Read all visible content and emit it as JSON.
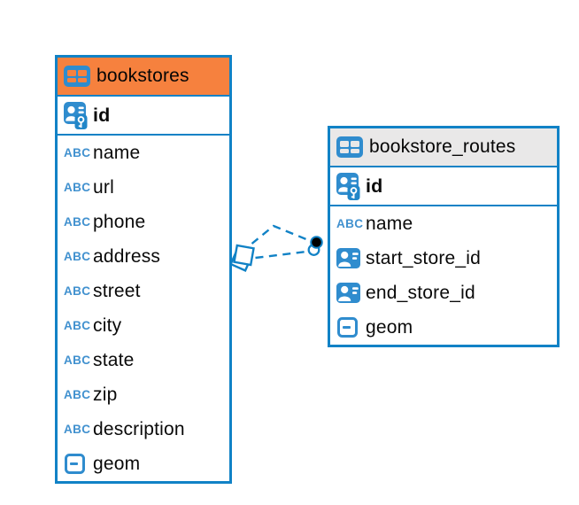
{
  "colors": {
    "border_blue": "#1182C6",
    "icon_blue": "#2F8CCE",
    "abc_blue": "#4191CF",
    "header_orange_selected": "#F6813E",
    "header_gray": "#E9E8E8",
    "text_black": "#0A0A0A",
    "marker_black": "#000000",
    "canvas_white": "#FFFFFF"
  },
  "icons": {
    "text_type_label": "ABC",
    "table_icon": "table-grid-icon",
    "primary_key_icon": "person-key-icon",
    "reference_icon": "person-card-icon",
    "geometry_icon": "dash-box-icon"
  },
  "tables": {
    "bookstores": {
      "title": "bookstores",
      "primary_key": "id",
      "fields": [
        {
          "name": "name",
          "type": "text"
        },
        {
          "name": "url",
          "type": "text"
        },
        {
          "name": "phone",
          "type": "text"
        },
        {
          "name": "address",
          "type": "text"
        },
        {
          "name": "street",
          "type": "text"
        },
        {
          "name": "city",
          "type": "text"
        },
        {
          "name": "state",
          "type": "text"
        },
        {
          "name": "zip",
          "type": "text"
        },
        {
          "name": "description",
          "type": "text"
        },
        {
          "name": "geom",
          "type": "geometry"
        }
      ]
    },
    "bookstore_routes": {
      "title": "bookstore_routes",
      "primary_key": "id",
      "fields": [
        {
          "name": "name",
          "type": "text"
        },
        {
          "name": "start_store_id",
          "type": "reference"
        },
        {
          "name": "end_store_id",
          "type": "reference"
        },
        {
          "name": "geom",
          "type": "geometry"
        }
      ]
    }
  },
  "relationships": {
    "count": 2,
    "style": "dashed",
    "from_table": "bookstores",
    "to_table": "bookstore_routes"
  }
}
